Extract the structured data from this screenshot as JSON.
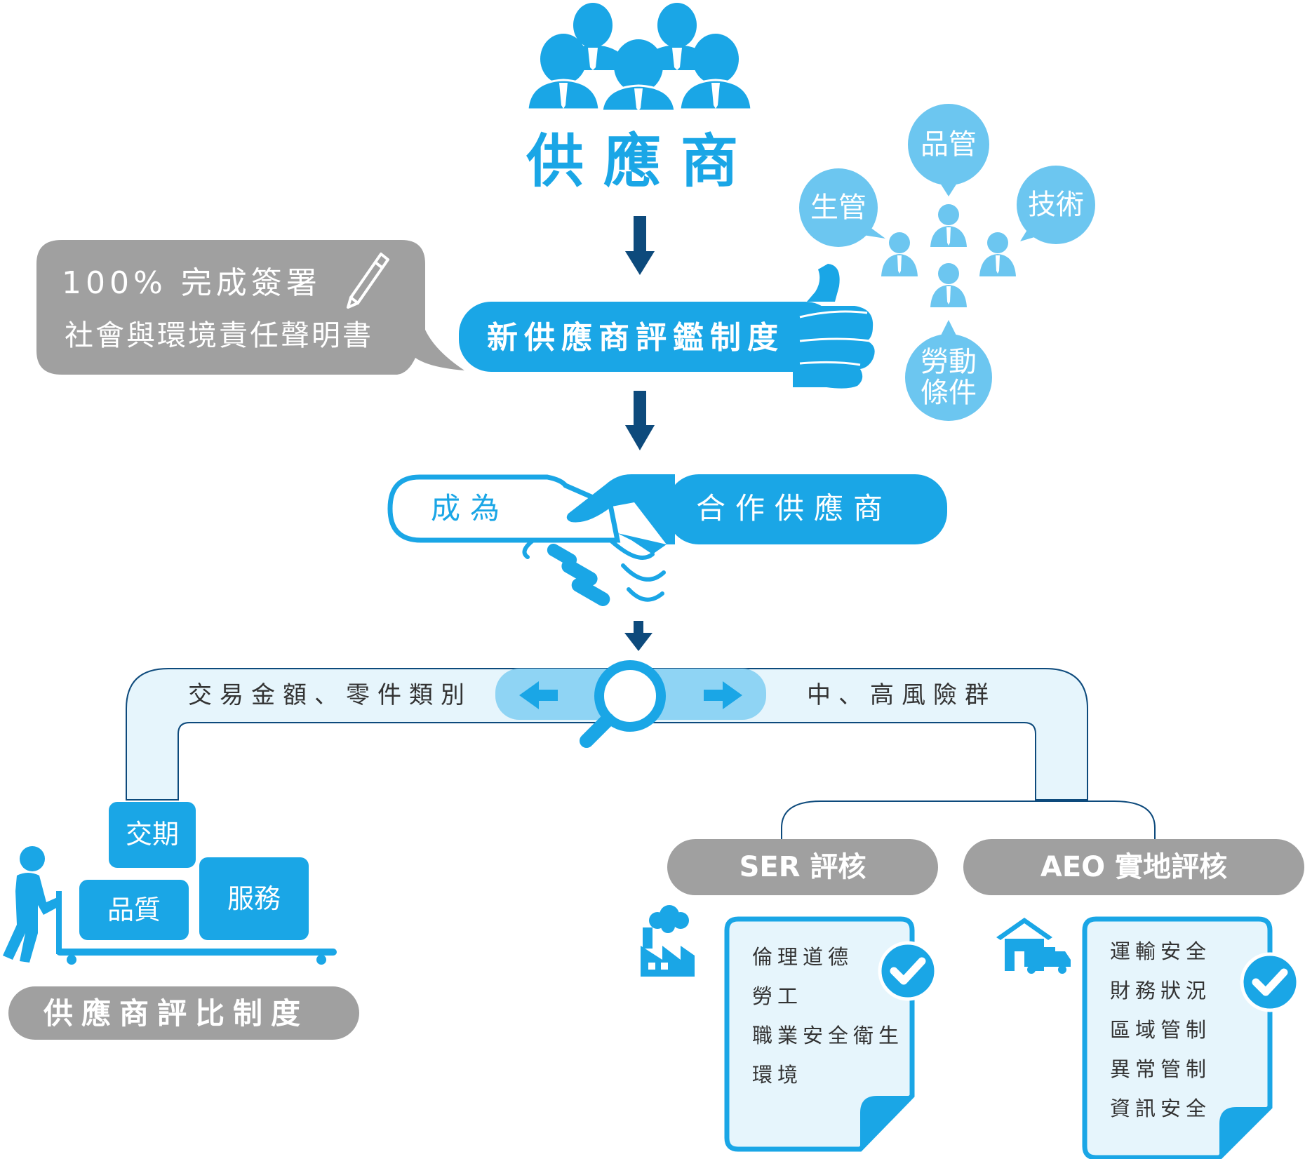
{
  "supplier_title": "供應商",
  "signing_note": {
    "line1": "100% 完成簽署",
    "line2": "社會與環境責任聲明書"
  },
  "evaluation_system": "新供應商評鑑制度",
  "bubbles": {
    "production": "生管",
    "quality": "品管",
    "technology": "技術",
    "labor": "勞動條件"
  },
  "handshake": {
    "left": "成為",
    "right": "合作供應商"
  },
  "risk_split": {
    "left": "交易金額、零件類別",
    "right": "中、高風險群"
  },
  "comparison_boxes": {
    "delivery": "交期",
    "quality": "品質",
    "service": "服務"
  },
  "comparison_system": "供應商評比制度",
  "ser_audit": {
    "label": "SER 評核",
    "items": [
      "倫理道德",
      "勞工",
      "職業安全衛生",
      "環境"
    ]
  },
  "aeo_audit": {
    "label": "AEO 實地評核",
    "items": [
      "運輸安全",
      "財務狀況",
      "區域管制",
      "異常管制",
      "資訊安全"
    ]
  },
  "colors": {
    "primary": "#1aa6e6",
    "light_bubble": "#6cc6f0",
    "arrow_dark": "#0d4a7c",
    "gray": "#a0a0a0",
    "pale_blue": "#e6f5fc"
  },
  "icons": [
    "people-group-icon",
    "pencil-icon",
    "thumbs-up-icon",
    "handshake-icon",
    "magnifier-icon",
    "left-arrow-icon",
    "right-arrow-icon",
    "worker-cart-icon",
    "factory-icon",
    "warehouse-truck-icon",
    "check-icon",
    "person-icon"
  ]
}
